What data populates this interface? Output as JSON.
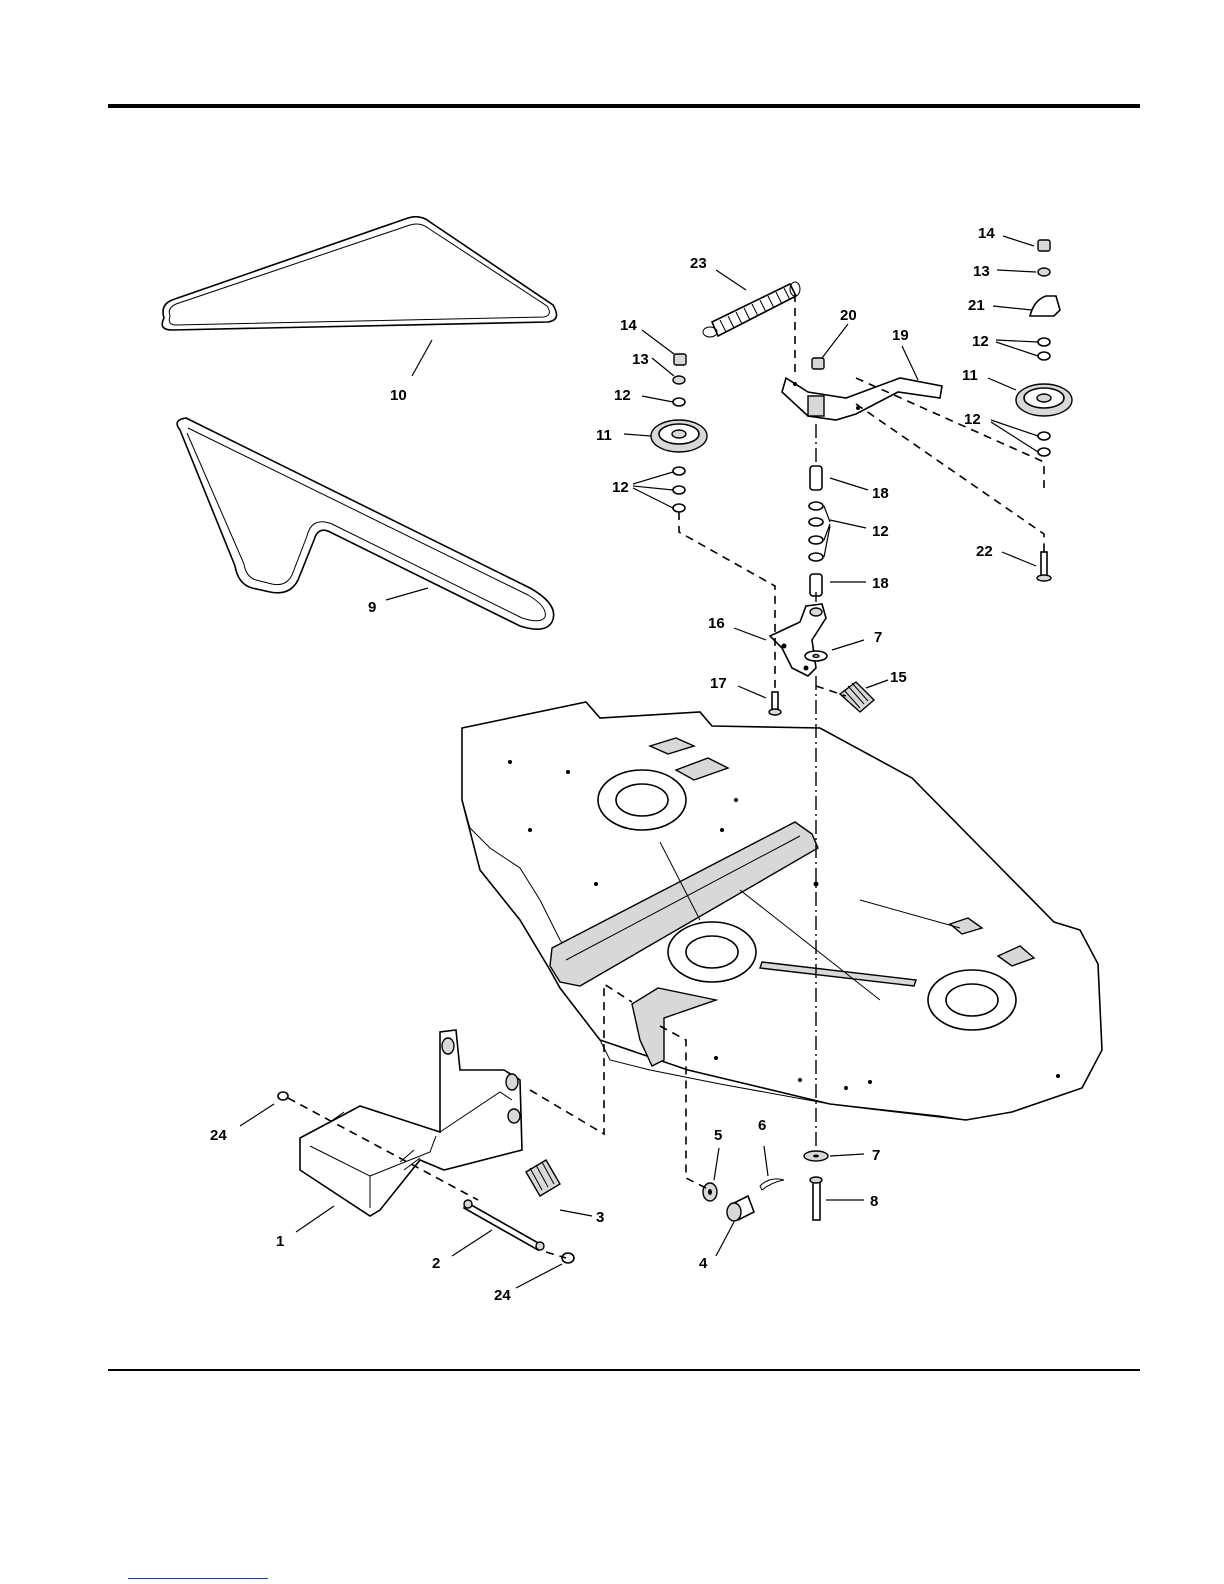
{
  "figure": {
    "callouts": [
      {
        "id": "c1",
        "label": "1"
      },
      {
        "id": "c2",
        "label": "2"
      },
      {
        "id": "c3",
        "label": "3"
      },
      {
        "id": "c4",
        "label": "4"
      },
      {
        "id": "c5",
        "label": "5"
      },
      {
        "id": "c6",
        "label": "6"
      },
      {
        "id": "c7a",
        "label": "7"
      },
      {
        "id": "c7b",
        "label": "7"
      },
      {
        "id": "c8",
        "label": "8"
      },
      {
        "id": "c9",
        "label": "9"
      },
      {
        "id": "c10",
        "label": "10"
      },
      {
        "id": "c11a",
        "label": "11"
      },
      {
        "id": "c11b",
        "label": "11"
      },
      {
        "id": "c12a",
        "label": "12"
      },
      {
        "id": "c12b",
        "label": "12"
      },
      {
        "id": "c12c",
        "label": "12"
      },
      {
        "id": "c12d",
        "label": "12"
      },
      {
        "id": "c12e",
        "label": "12"
      },
      {
        "id": "c13a",
        "label": "13"
      },
      {
        "id": "c13b",
        "label": "13"
      },
      {
        "id": "c14a",
        "label": "14"
      },
      {
        "id": "c14b",
        "label": "14"
      },
      {
        "id": "c15",
        "label": "15"
      },
      {
        "id": "c16",
        "label": "16"
      },
      {
        "id": "c17",
        "label": "17"
      },
      {
        "id": "c18a",
        "label": "18"
      },
      {
        "id": "c18b",
        "label": "18"
      },
      {
        "id": "c19",
        "label": "19"
      },
      {
        "id": "c20",
        "label": "20"
      },
      {
        "id": "c21",
        "label": "21"
      },
      {
        "id": "c22",
        "label": "22"
      },
      {
        "id": "c23",
        "label": "23"
      },
      {
        "id": "c24a",
        "label": "24"
      },
      {
        "id": "c24b",
        "label": "24"
      }
    ]
  }
}
